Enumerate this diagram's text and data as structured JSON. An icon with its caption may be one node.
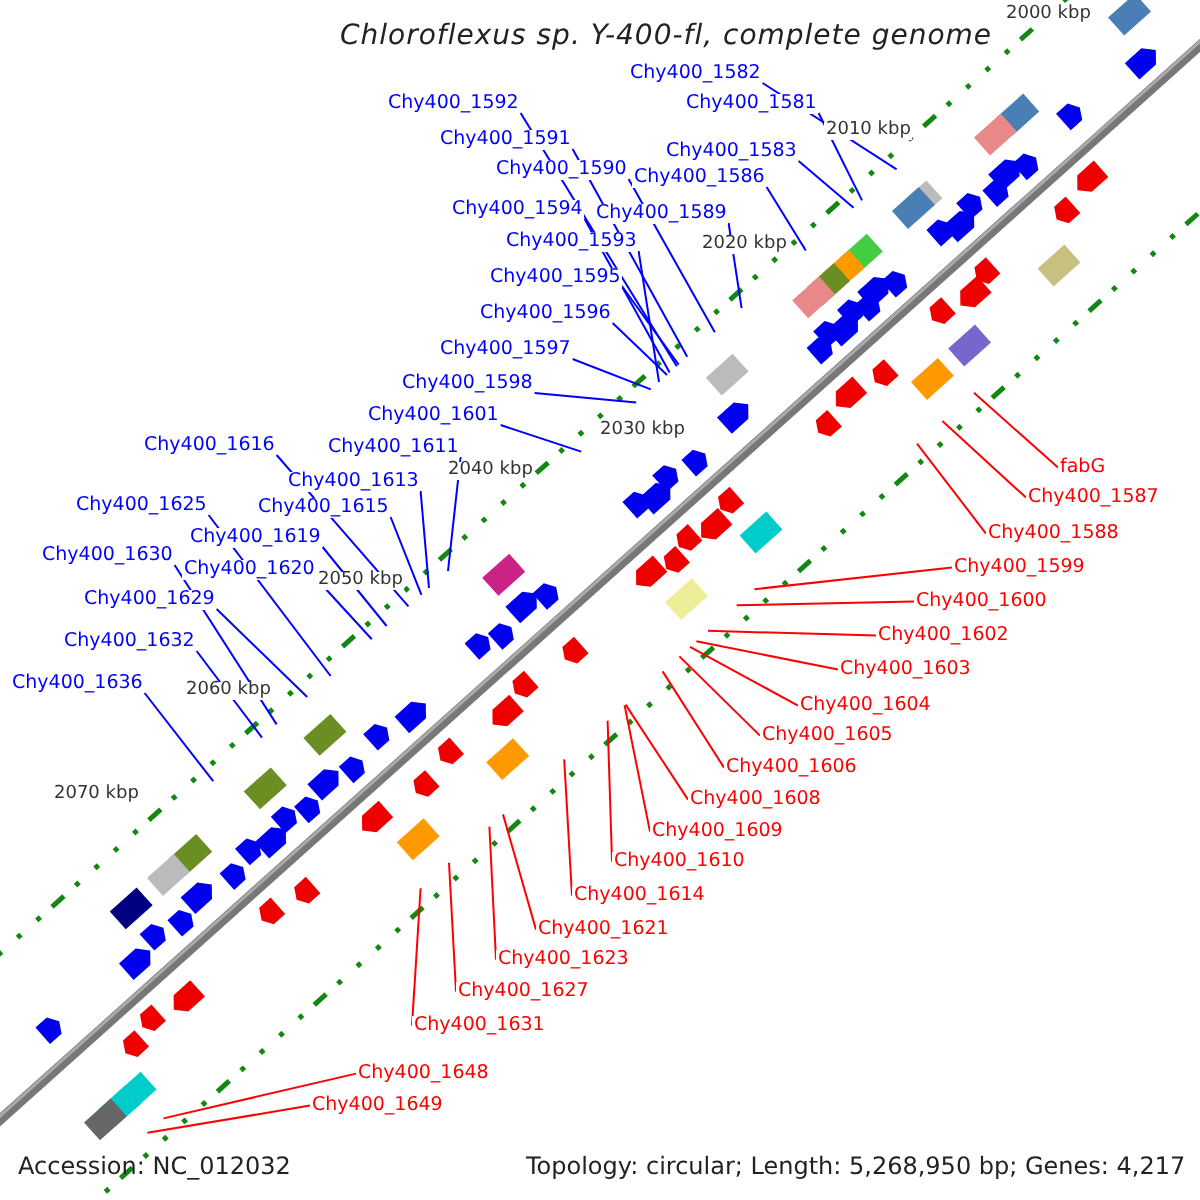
{
  "diagram": {
    "title": "Chloroflexus sp. Y-400-fl, complete genome",
    "nodes": [
      {
        "text": [
          "Chy400_1582"
        ]
      },
      {
        "text": [
          "Chy400_1592"
        ]
      },
      {
        "text": [
          "Chy400_1581"
        ]
      },
      {
        "text": [
          "Chy400_1591"
        ]
      },
      {
        "text": [
          "Chy400_1583"
        ]
      },
      {
        "text": [
          "Chy400_1590"
        ]
      },
      {
        "text": [
          "Chy400_1586"
        ]
      },
      {
        "text": [
          "Chy400_1594"
        ]
      },
      {
        "text": [
          "Chy400_1589"
        ]
      },
      {
        "text": [
          "Chy400_1593"
        ]
      },
      {
        "text": [
          "Chy400_1595"
        ]
      },
      {
        "text": [
          "Chy400_1596"
        ]
      },
      {
        "text": [
          "Chy400_1597"
        ]
      },
      {
        "text": [
          "Chy400_1598"
        ]
      },
      {
        "text": [
          "Chy400_1601"
        ]
      },
      {
        "text": [
          "Chy400_1616"
        ]
      },
      {
        "text": [
          "Chy400_1611"
        ]
      },
      {
        "text": [
          "Chy400_1613"
        ]
      },
      {
        "text": [
          "Chy400_1625"
        ]
      },
      {
        "text": [
          "Chy400_1615"
        ]
      },
      {
        "text": [
          "Chy400_1619"
        ]
      },
      {
        "text": [
          "Chy400_1630"
        ]
      },
      {
        "text": [
          "Chy400_1620"
        ]
      },
      {
        "text": [
          "Chy400_1629"
        ]
      },
      {
        "text": [
          "Chy400_1632"
        ]
      },
      {
        "text": [
          "Chy400_1636"
        ]
      },
      {
        "text": [
          "fabG"
        ]
      },
      {
        "text": [
          "Chy400_1587"
        ]
      },
      {
        "text": [
          "Chy400_1588"
        ]
      },
      {
        "text": [
          "Chy400_1599"
        ]
      },
      {
        "text": [
          "Chy400_1600"
        ]
      },
      {
        "text": [
          "Chy400_1602"
        ]
      },
      {
        "text": [
          "Chy400_1603"
        ]
      },
      {
        "text": [
          "Chy400_1604"
        ]
      },
      {
        "text": [
          "Chy400_1605"
        ]
      },
      {
        "text": [
          "Chy400_1606"
        ]
      },
      {
        "text": [
          "Chy400_1608"
        ]
      },
      {
        "text": [
          "Chy400_1609"
        ]
      },
      {
        "text": [
          "Chy400_1610"
        ]
      },
      {
        "text": [
          "Chy400_1614"
        ]
      },
      {
        "text": [
          "Chy400_1621"
        ]
      },
      {
        "text": [
          "Chy400_1623"
        ]
      },
      {
        "text": [
          "Chy400_1627"
        ]
      },
      {
        "text": [
          "Chy400_1631"
        ]
      },
      {
        "text": [
          "Chy400_1648"
        ]
      },
      {
        "text": [
          "Chy400_1649"
        ]
      }
    ],
    "edges": [
      {
        "from": 0,
        "to": null,
        "arrow": "none"
      },
      {
        "from": 1,
        "to": null,
        "arrow": "none"
      },
      {
        "from": 2,
        "to": null,
        "arrow": "none"
      },
      {
        "from": 3,
        "to": null,
        "arrow": "none"
      },
      {
        "from": 4,
        "to": null,
        "arrow": "none"
      },
      {
        "from": 5,
        "to": null,
        "arrow": "none"
      },
      {
        "from": 6,
        "to": null,
        "arrow": "none"
      },
      {
        "from": 7,
        "to": null,
        "arrow": "none"
      },
      {
        "from": 8,
        "to": null,
        "arrow": "none"
      },
      {
        "from": 9,
        "to": null,
        "arrow": "none"
      },
      {
        "from": 10,
        "to": null,
        "arrow": "none"
      },
      {
        "from": 11,
        "to": null,
        "arrow": "none"
      },
      {
        "from": 12,
        "to": null,
        "arrow": "none"
      },
      {
        "from": 13,
        "to": null,
        "arrow": "none"
      },
      {
        "from": 14,
        "to": null,
        "arrow": "none"
      },
      {
        "from": 15,
        "to": null,
        "arrow": "none"
      },
      {
        "from": 16,
        "to": null,
        "arrow": "none"
      },
      {
        "from": 17,
        "to": null,
        "arrow": "none"
      },
      {
        "from": 18,
        "to": null,
        "arrow": "none"
      },
      {
        "from": 19,
        "to": null,
        "arrow": "none"
      },
      {
        "from": 20,
        "to": null,
        "arrow": "none"
      },
      {
        "from": 21,
        "to": null,
        "arrow": "none"
      },
      {
        "from": 22,
        "to": null,
        "arrow": "none"
      },
      {
        "from": 23,
        "to": null,
        "arrow": "none"
      },
      {
        "from": 24,
        "to": null,
        "arrow": "none"
      },
      {
        "from": 25,
        "to": null,
        "arrow": "none"
      },
      {
        "from": 26,
        "to": null,
        "arrow": "none",
        "color": "#ff0000"
      },
      {
        "from": 27,
        "to": null,
        "arrow": "none",
        "color": "#ff0000"
      },
      {
        "from": 28,
        "to": null,
        "arrow": "none",
        "color": "#ff0000"
      },
      {
        "from": 29,
        "to": null,
        "arrow": "none",
        "color": "#ff0000"
      },
      {
        "from": 30,
        "to": null,
        "arrow": "none",
        "color": "#ff0000"
      },
      {
        "from": 31,
        "to": null,
        "arrow": "none",
        "color": "#ff0000"
      },
      {
        "from": 32,
        "to": null,
        "arrow": "none",
        "color": "#ff0000"
      },
      {
        "from": 33,
        "to": null,
        "arrow": "none",
        "color": "#ff0000"
      },
      {
        "from": 34,
        "to": null,
        "arrow": "none",
        "color": "#ff0000"
      },
      {
        "from": 35,
        "to": null,
        "arrow": "none",
        "color": "#ff0000"
      },
      {
        "from": 36,
        "to": null,
        "arrow": "none",
        "color": "#ff0000"
      },
      {
        "from": 37,
        "to": null,
        "arrow": "none",
        "color": "#ff0000"
      },
      {
        "from": 38,
        "to": null,
        "arrow": "none",
        "color": "#ff0000"
      },
      {
        "from": 39,
        "to": null,
        "arrow": "none",
        "color": "#ff0000"
      },
      {
        "from": 40,
        "to": null,
        "arrow": "none",
        "color": "#ff0000"
      },
      {
        "from": 41,
        "to": null,
        "arrow": "none",
        "color": "#ff0000"
      },
      {
        "from": 42,
        "to": null,
        "arrow": "none",
        "color": "#ff0000"
      },
      {
        "from": 43,
        "to": null,
        "arrow": "none",
        "color": "#ff0000"
      },
      {
        "from": 44,
        "to": null,
        "arrow": "none",
        "color": "#ff0000"
      },
      {
        "from": 45,
        "to": null,
        "arrow": "none",
        "color": "#ff0000"
      }
    ],
    "labels": [
      "2000 kbp",
      "2010 kbp",
      "2020 kbp",
      "2030 kbp",
      "2040 kbp",
      "2050 kbp",
      "2060 kbp",
      "2070 kbp",
      "Accession: NC_012032",
      "Topology: circular; Length: 5,268,950 bp; Genes: 4,217"
    ]
  }
}
